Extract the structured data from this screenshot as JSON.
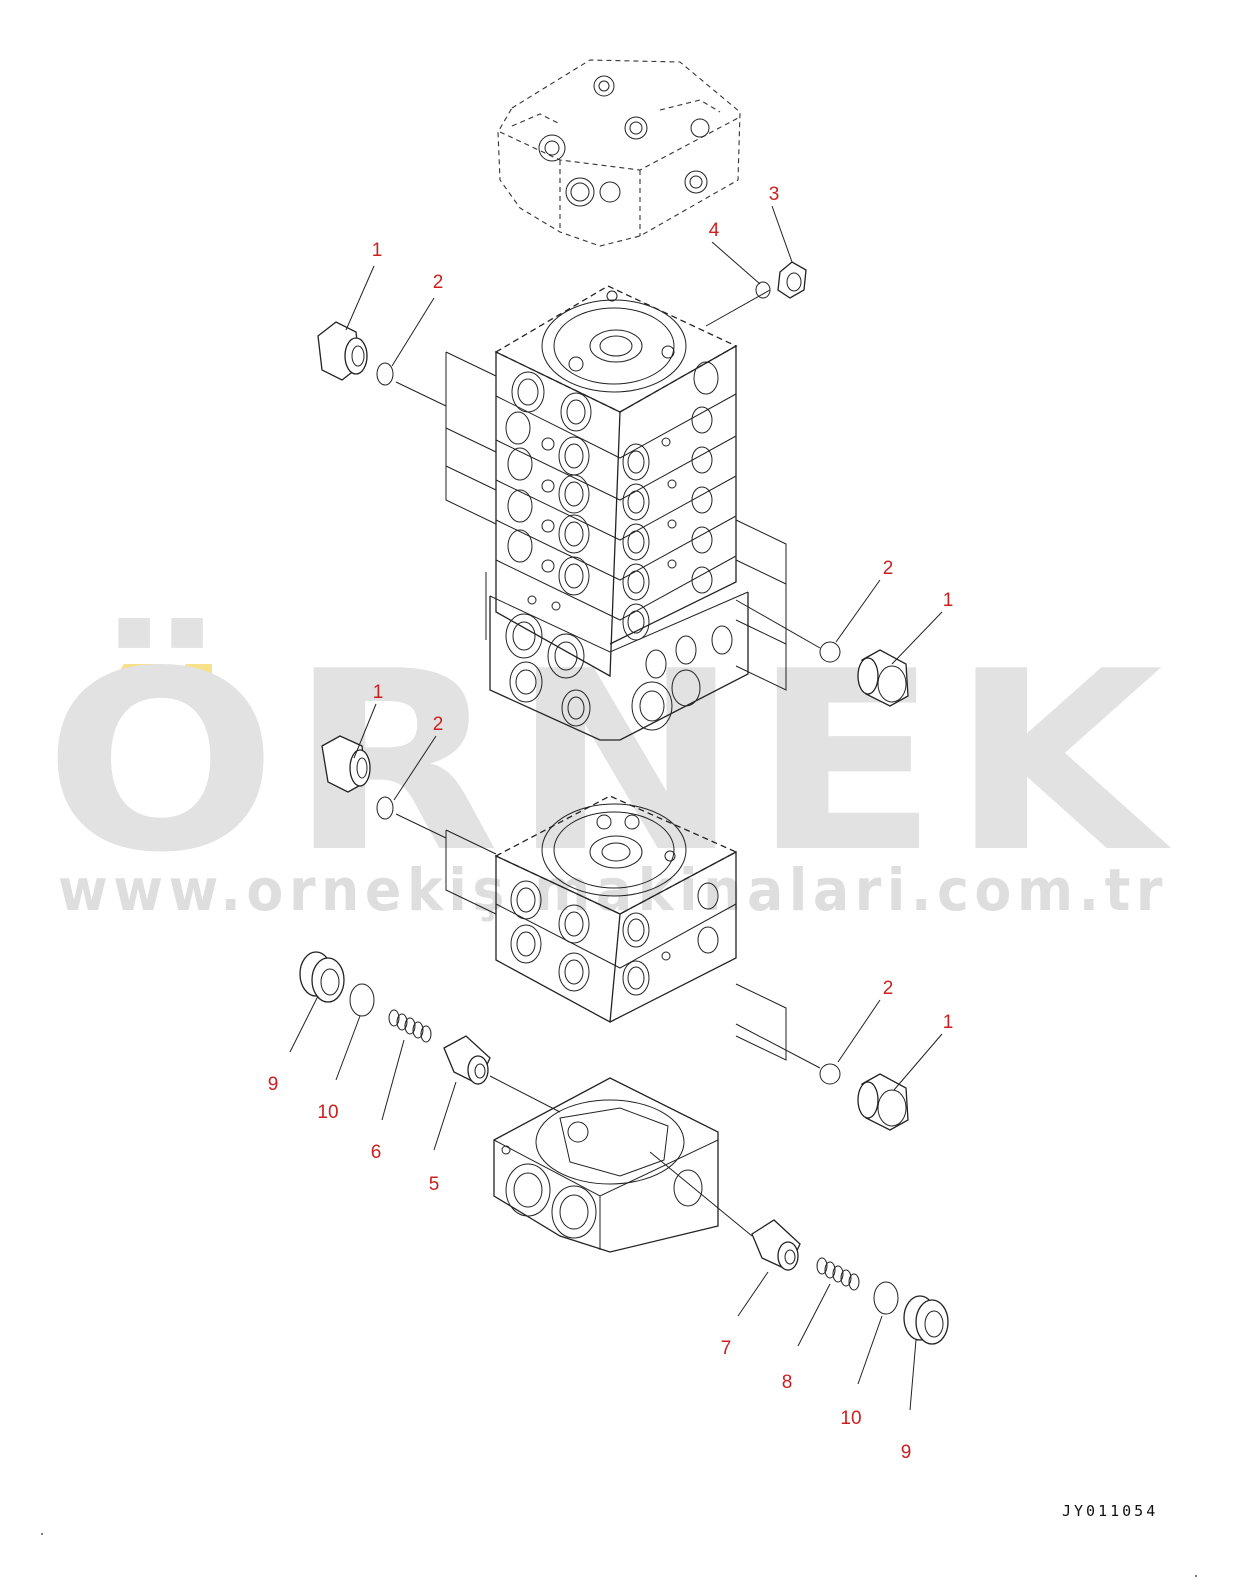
{
  "watermark": {
    "brand": "ÖRNEK",
    "url": "www.ornekiş makinalari.com.tr",
    "accent_color": "#f7e08a",
    "text_color": "#e2e2e2"
  },
  "drawing_code": "JY011054",
  "colors": {
    "callout": "#cc1f1f",
    "line": "#222222"
  },
  "callouts": [
    {
      "id": "c1a",
      "text": "1"
    },
    {
      "id": "c2a",
      "text": "2"
    },
    {
      "id": "c3",
      "text": "3"
    },
    {
      "id": "c4",
      "text": "4"
    },
    {
      "id": "c2b",
      "text": "2"
    },
    {
      "id": "c1b",
      "text": "1"
    },
    {
      "id": "c1c",
      "text": "1"
    },
    {
      "id": "c2c",
      "text": "2"
    },
    {
      "id": "c2d",
      "text": "2"
    },
    {
      "id": "c1d",
      "text": "1"
    },
    {
      "id": "c9a",
      "text": "9"
    },
    {
      "id": "c10a",
      "text": "10"
    },
    {
      "id": "c6",
      "text": "6"
    },
    {
      "id": "c5",
      "text": "5"
    },
    {
      "id": "c7",
      "text": "7"
    },
    {
      "id": "c8",
      "text": "8"
    },
    {
      "id": "c10b",
      "text": "10"
    },
    {
      "id": "c9b",
      "text": "9"
    }
  ]
}
